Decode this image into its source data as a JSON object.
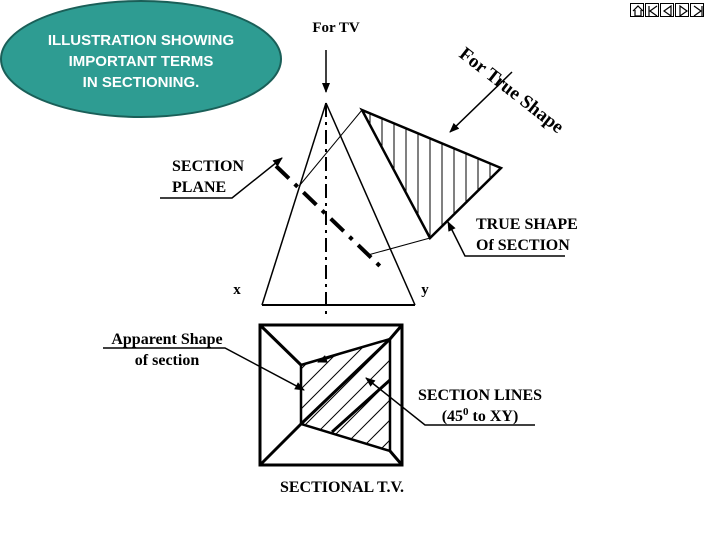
{
  "title_ellipse": {
    "line1": "ILLUSTRATION SHOWING",
    "line2": "IMPORTANT TERMS",
    "line3": "IN SECTIONING.",
    "fill": "#2e9c92"
  },
  "labels": {
    "for_tv": "For TV",
    "for_true_shape": "For True Shape",
    "section_plane_1": "SECTION",
    "section_plane_2": "PLANE",
    "true_shape_1": "TRUE SHAPE",
    "true_shape_2": "Of  SECTION",
    "x": "x",
    "y": "y",
    "apparent_1": "Apparent Shape",
    "apparent_2": "of section",
    "section_lines_1": "SECTION LINES",
    "section_lines_2a": "(45",
    "section_lines_sup": "0",
    "section_lines_2b": " to XY)",
    "sectional_tv": "SECTIONAL T.V."
  },
  "nav": {
    "icons": [
      "home-icon",
      "first-icon",
      "prev-icon",
      "next-icon",
      "last-icon"
    ]
  }
}
